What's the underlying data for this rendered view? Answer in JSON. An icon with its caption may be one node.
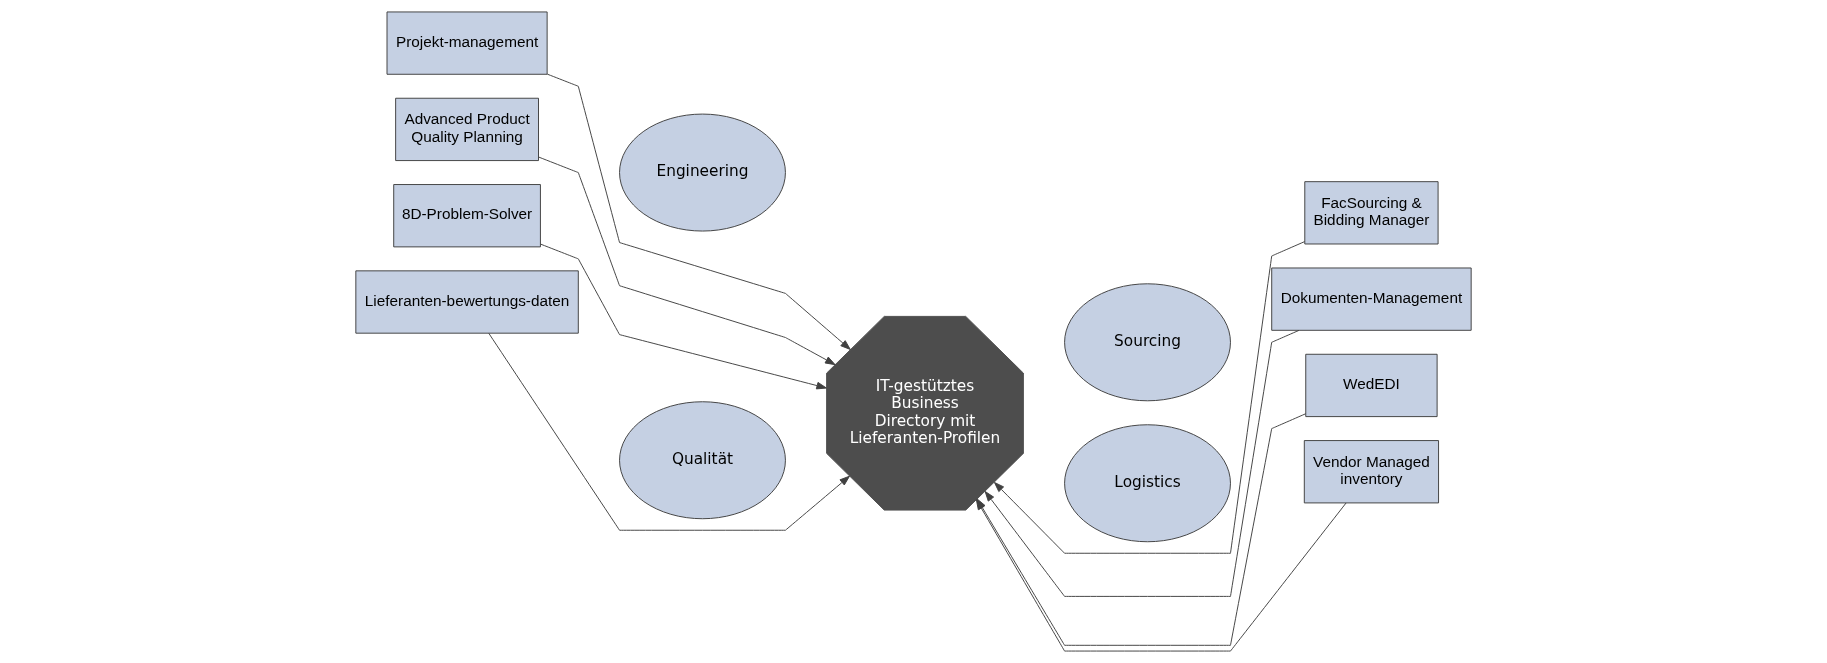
{
  "diagram": {
    "nodes": [
      {
        "text": [
          "Projekt-management"
        ]
      },
      {
        "text": [
          "Engineering"
        ]
      },
      {
        "text": [
          "IT-gestütztes Business Directory mit Lieferanten-Profilen"
        ]
      },
      {
        "text": [
          "Sourcing"
        ]
      },
      {
        "text": [
          "FacSourcing & Bidding Manager"
        ]
      },
      {
        "text": [
          "Advanced Product Quality Planning"
        ]
      },
      {
        "text": [
          "Dokumenten-Management"
        ]
      },
      {
        "text": [
          "8D-Problem-Solver"
        ]
      },
      {
        "text": [
          "WedEDI"
        ]
      },
      {
        "text": [
          "Qualität"
        ]
      },
      {
        "text": [
          "Logistics"
        ]
      },
      {
        "text": [
          "Lieferanten-bewertungs-daten"
        ]
      },
      {
        "text": [
          "Vendor Managed inventory"
        ]
      }
    ],
    "edges": [
      {
        "from": 0,
        "to": 2,
        "arrow": "to"
      },
      {
        "from": 4,
        "to": 2,
        "arrow": "to"
      },
      {
        "from": 5,
        "to": 2,
        "arrow": "to"
      },
      {
        "from": 6,
        "to": 2,
        "arrow": "to"
      },
      {
        "from": 7,
        "to": 2,
        "arrow": "to"
      },
      {
        "from": 8,
        "to": 2,
        "arrow": "to"
      },
      {
        "from": 11,
        "to": 2,
        "arrow": "to"
      },
      {
        "from": 12,
        "to": 2,
        "arrow": "to"
      }
    ]
  }
}
